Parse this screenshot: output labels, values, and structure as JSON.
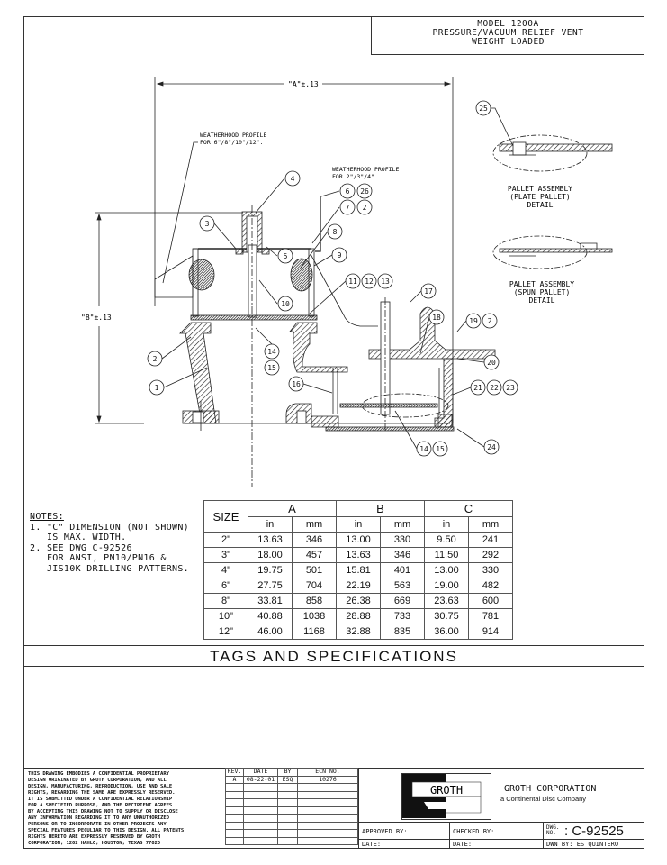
{
  "title_block": {
    "line1": "MODEL 1200A",
    "line2": "PRESSURE/VACUUM RELIEF VENT",
    "line3": "WEIGHT LOADED"
  },
  "dimensions": {
    "a_label": "\"A\"±.13",
    "b_label": "\"B\"±.13"
  },
  "drawing_notes": {
    "weatherhood_large_1": "WEATHERHOOD PROFILE",
    "weatherhood_large_2": "FOR 6\"/8\"/10\"/12\".",
    "weatherhood_small_1": "WEATHERHOOD PROFILE",
    "weatherhood_small_2": "FOR 2\"/3\"/4\"."
  },
  "callouts": [
    "25",
    "4",
    "6",
    "26",
    "7",
    "2",
    "3",
    "8",
    "9",
    "11",
    "12",
    "13",
    "5",
    "10",
    "17",
    "18",
    "19",
    "2",
    "20",
    "2",
    "14",
    "15",
    "1",
    "16",
    "21",
    "22",
    "23",
    "14",
    "15",
    "24"
  ],
  "details": {
    "plate_1": "PALLET ASSEMBLY",
    "plate_2": "(PLATE PALLET)",
    "plate_3": "DETAIL",
    "spun_1": "PALLET ASSEMBLY",
    "spun_2": "(SPUN PALLET)",
    "spun_3": "DETAIL"
  },
  "notes": {
    "heading": "NOTES:",
    "n1": "1. \"C\" DIMENSION (NOT SHOWN)\n   IS MAX. WIDTH.",
    "n2": "2. SEE DWG C-92526\n   FOR ANSI, PN10/PN16 &\n   JIS10K DRILLING PATTERNS."
  },
  "dim_table": {
    "size_header": "SIZE",
    "groups": [
      "A",
      "B",
      "C"
    ],
    "units": [
      "in",
      "mm",
      "in",
      "mm",
      "in",
      "mm"
    ],
    "rows": [
      [
        "2\"",
        "13.63",
        "346",
        "13.00",
        "330",
        "9.50",
        "241"
      ],
      [
        "3\"",
        "18.00",
        "457",
        "13.63",
        "346",
        "11.50",
        "292"
      ],
      [
        "4\"",
        "19.75",
        "501",
        "15.81",
        "401",
        "13.00",
        "330"
      ],
      [
        "6\"",
        "27.75",
        "704",
        "22.19",
        "563",
        "19.00",
        "482"
      ],
      [
        "8\"",
        "33.81",
        "858",
        "26.38",
        "669",
        "23.63",
        "600"
      ],
      [
        "10\"",
        "40.88",
        "1038",
        "28.88",
        "733",
        "30.75",
        "781"
      ],
      [
        "12\"",
        "46.00",
        "1168",
        "32.88",
        "835",
        "36.00",
        "914"
      ]
    ]
  },
  "tags_title": "TAGS AND SPECIFICATIONS",
  "confidential": "THIS DRAWING EMBODIES A CONFIDENTIAL PROPRIETARY\nDESIGN ORIGINATED BY GROTH CORPORATION, AND ALL\nDESIGN, MANUFACTURING, REPRODUCTION, USE AND SALE\nRIGHTS, REGARDING THE SAME ARE EXPRESSLY RESERVED.\nIT IS SUBMITTED UNDER A CONFIDENTIAL RELATIONSHIP\nFOR A SPECIFIED PURPOSE, AND THE RECIPIENT AGREES\nBY ACCEPTING THIS DRAWING NOT TO SUPPLY OR DISCLOSE\nANY INFORMATION REGARDING IT TO ANY UNAUTHORIZED\nPERSONS OR TO INCORPORATE IN OTHER PROJECTS ANY\nSPECIAL FEATURES PECULIAR TO THIS DESIGN. ALL PATENTS\nRIGHTS HERETO ARE EXPRESSLY RESERVED BY GROTH\nCORPORATION, 1202 HAHLO, HOUSTON, TEXAS 77020",
  "revisions": {
    "headers": [
      "REV.",
      "DATE",
      "BY",
      "ECN NO."
    ],
    "rows": [
      [
        "A",
        "08-22-01",
        "ESQ",
        "10276"
      ]
    ]
  },
  "company": {
    "logo_text": "GROTH",
    "name": "GROTH CORPORATION",
    "subtitle": "a Continental Disc Company"
  },
  "signoff": {
    "approved": "APPROVED BY:",
    "checked": "CHECKED BY:",
    "date1": "DATE:",
    "date2": "DATE:",
    "dwg_no_label": "DWG. NO.",
    "dwg_no": ": C-92525",
    "drawn_by": "DWN BY:  ES QUINTERO"
  }
}
